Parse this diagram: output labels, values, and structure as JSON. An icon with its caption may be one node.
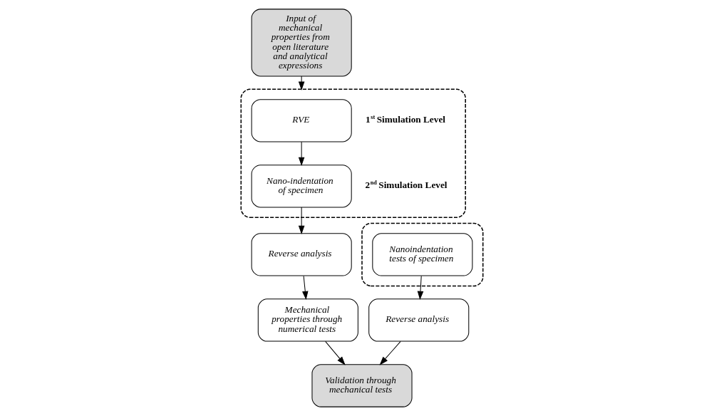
{
  "diagram": {
    "nodes": [
      {
        "text": [
          "Input of mechanical properties from open literature and analytical expressions"
        ]
      },
      {
        "text": [],
        "shape": "box"
      },
      {
        "text": [
          "RVE"
        ],
        "in": 1,
        "beside": [
          "1$^{st}$ Simulation Level"
        ]
      },
      {
        "text": [
          "Nano-indentation of specimen"
        ],
        "in": 1,
        "beside": [
          "2$^{nd}$ Simulation Level"
        ]
      },
      {
        "text": [],
        "shape": "box"
      },
      {
        "text": [
          "Nanoindentation tests of specimen"
        ],
        "in": 4
      },
      {
        "text": [
          "Reverse analysis"
        ]
      },
      {
        "text": [
          "Reverse analysis"
        ]
      },
      {
        "text": [
          "Mechanical properties through numerical tests"
        ]
      },
      {
        "text": [
          "Validation through mechanical tests"
        ]
      }
    ],
    "edges": [
      {
        "from": 0,
        "to": 1,
        "arrow": "to"
      },
      {
        "from": 2,
        "to": 3,
        "arrow": "to"
      },
      {
        "from": 3,
        "to": 6,
        "arrow": "to"
      },
      {
        "from": 5,
        "to": 7,
        "arrow": "to"
      },
      {
        "from": 6,
        "to": 8,
        "arrow": "to"
      },
      {
        "from": 7,
        "to": 9,
        "arrow": "to"
      },
      {
        "from": 8,
        "to": 9,
        "arrow": "to"
      }
    ]
  }
}
